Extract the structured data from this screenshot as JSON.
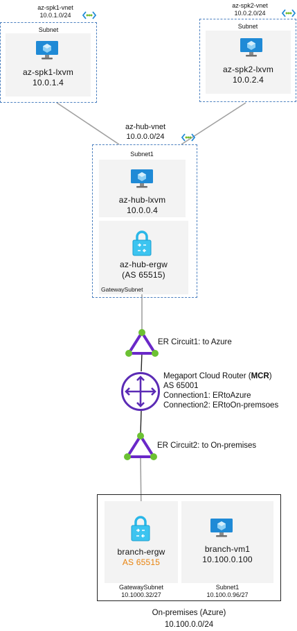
{
  "spk1": {
    "vnet_name": "az-spk1-vnet",
    "vnet_cidr": "10.0.1.0/24",
    "subnet": "Subnet",
    "vm_name": "az-spk1-lxvm",
    "vm_ip": "10.0.1.4"
  },
  "spk2": {
    "vnet_name": "az-spk2-vnet",
    "vnet_cidr": "10.0.2.0/24",
    "subnet": "Subnet",
    "vm_name": "az-spk2-lxvm",
    "vm_ip": "10.0.2.4"
  },
  "hub": {
    "vnet_name": "az-hub-vnet",
    "vnet_cidr": "10.0.0.0/24",
    "subnet": "Subnet1",
    "vm_name": "az-hub-lxvm",
    "vm_ip": "10.0.0.4",
    "gw_name": "az-hub-ergw",
    "gw_as": "(AS 65515)",
    "gw_subnet": "GatewaySubnet"
  },
  "er1": {
    "label": "ER Circuit1: to Azure"
  },
  "mcr": {
    "title_prefix": "Megaport Cloud Router (",
    "title_bold": "MCR",
    "title_suffix": ")",
    "as": "AS 65001",
    "conn1": "Connection1: ERtoAzure",
    "conn2": "Connection2: ERtoOn-premsoes"
  },
  "er2": {
    "label": "ER Circuit2: to On-premises"
  },
  "branch": {
    "gw_name": "branch-ergw",
    "gw_as": "AS 65515",
    "gw_subnet": "GatewaySubnet",
    "gw_subnet_cidr": "10.1000.32/27",
    "vm_name": "branch-vm1",
    "vm_ip": "10.100.0.100",
    "vm_subnet": "Subnet1",
    "vm_subnet_cidr": "10.100.0.96/27",
    "site_name": "On-premises (Azure)",
    "site_cidr": "10.100.0.0/24"
  },
  "colors": {
    "vnet_border": "#4a7fbf",
    "er_purple": "#6a28c8",
    "er_node": "#6cc133",
    "as_orange": "#e8820c",
    "line_gray": "#a0a0a0"
  }
}
